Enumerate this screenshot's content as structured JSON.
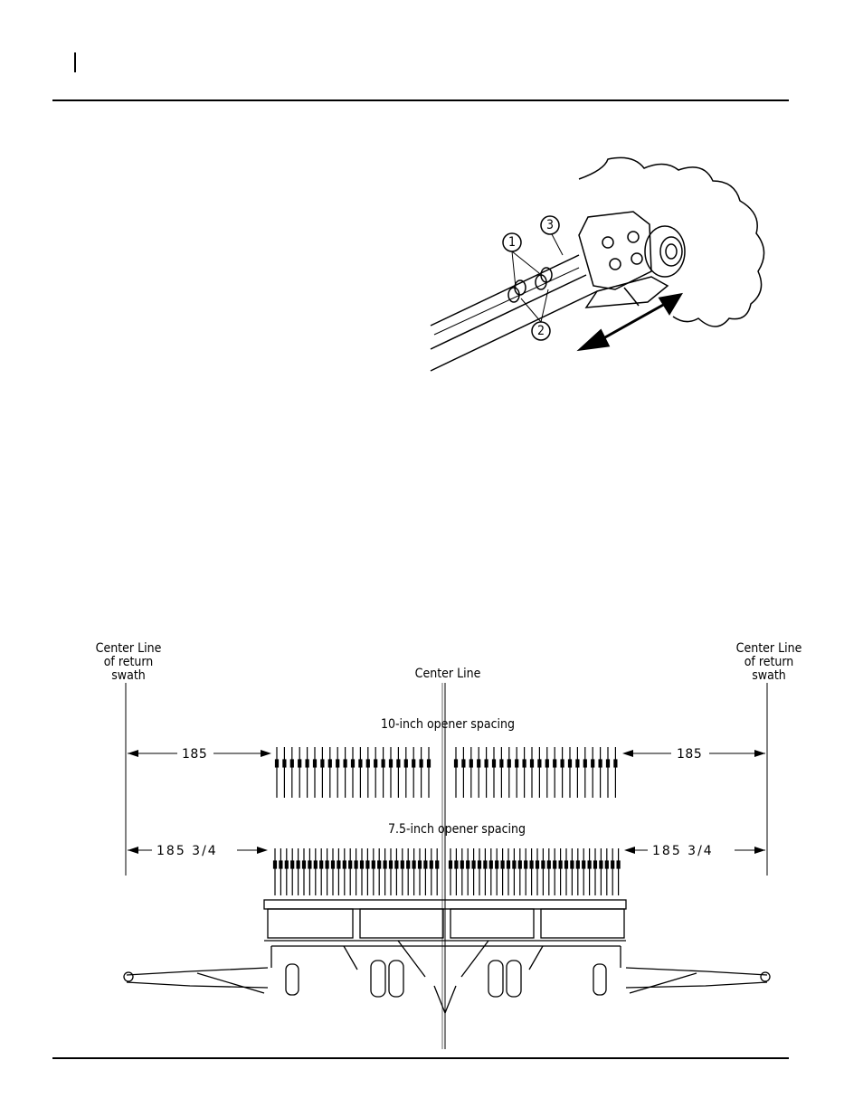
{
  "header": {},
  "figure1": {
    "callouts": [
      "1",
      "2",
      "3"
    ]
  },
  "figure2": {
    "left_label": [
      "Center Line",
      "of return",
      "swath"
    ],
    "right_label": [
      "Center Line",
      "of return",
      "swath"
    ],
    "center_label": "Center Line",
    "spacing_10": "10-inch opener spacing",
    "spacing_7_5": "7.5-inch opener spacing",
    "dim_185": "185",
    "dim_185_34": "185 3/4"
  }
}
